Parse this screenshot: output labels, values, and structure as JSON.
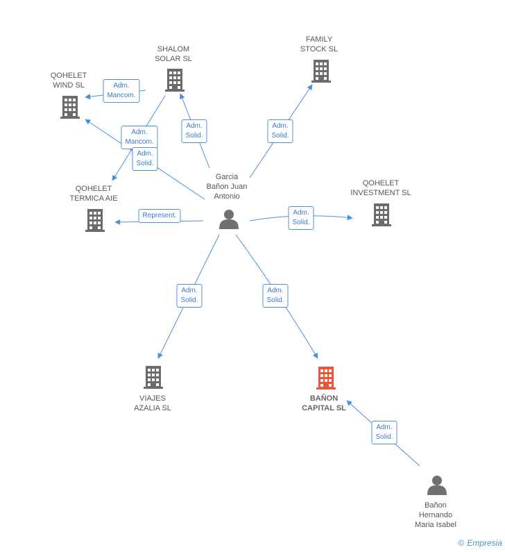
{
  "colors": {
    "edge": "#4a90d9",
    "building": "#6b6b6b",
    "focus_building": "#e8573a",
    "person": "#707070"
  },
  "nodes": {
    "shalom": {
      "label": "SHALOM\nSOLAR SL"
    },
    "family": {
      "label": "FAMILY\nSTOCK SL"
    },
    "wind": {
      "label": "QOHELET\nWIND  SL"
    },
    "termica": {
      "label": "QOHELET\nTERMICA AIE"
    },
    "investment": {
      "label": "QOHELET\nINVESTMENT  SL"
    },
    "garcia": {
      "label": "Garcia\nBañon Juan\nAntonio"
    },
    "viajes": {
      "label": "VIAJES\nAZALIA SL"
    },
    "banon_capital": {
      "label": "BAÑON\nCAPITAL SL"
    },
    "banon_hernando": {
      "label": "Bañon\nHernando\nMaria Isabel"
    }
  },
  "edges": {
    "e1": "Adm.\nMancom.",
    "e2": "Adm.\nSolid.",
    "e3": "Adm.\nSolid.",
    "e4": "Adm.\nMancom.",
    "e5": "Adm.\nSolid.",
    "e6": "Represent.",
    "e7": "Adm.\nSolid.",
    "e8": "Adm.\nSolid.",
    "e9": "Adm.\nSolid.",
    "e10": "Adm.\nSolid."
  },
  "footer": {
    "copyright": "©",
    "brand": "Empresia"
  }
}
